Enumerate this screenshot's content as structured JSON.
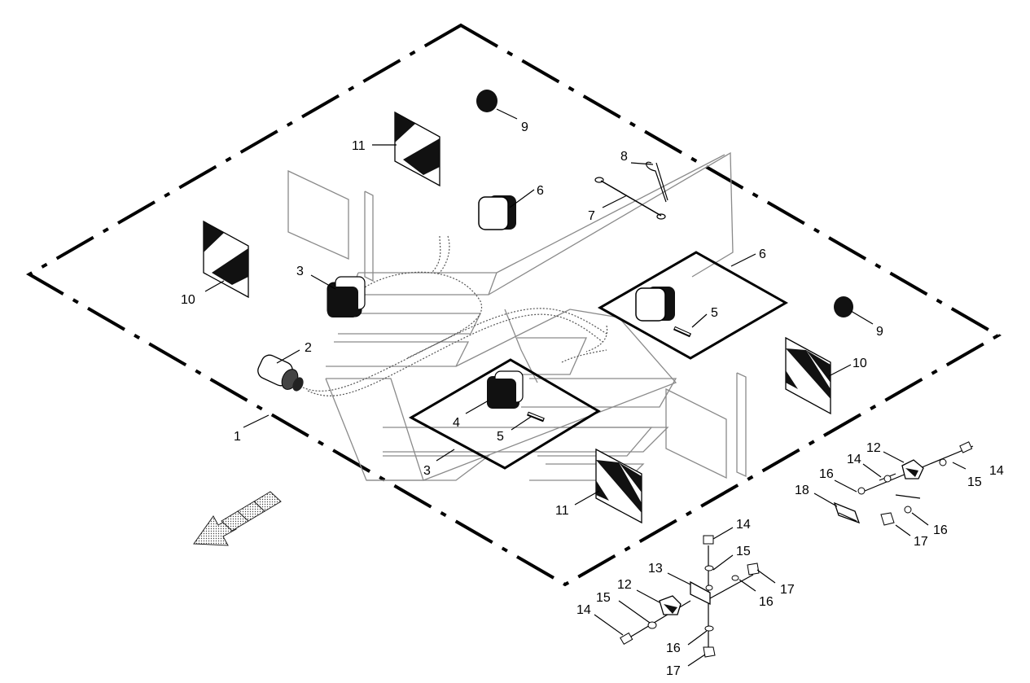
{
  "callouts": {
    "c1": "1",
    "c2": "2",
    "c3a": "3",
    "c3b": "3",
    "c4": "4",
    "c5a": "5",
    "c5b": "5",
    "c6a": "6",
    "c6b": "6",
    "c7": "7",
    "c8": "8",
    "c9a": "9",
    "c9b": "9",
    "c10a": "10",
    "c10b": "10",
    "c11a": "11",
    "c11b": "11",
    "c12a": "12",
    "c12b": "12",
    "c13": "13",
    "c14a": "14",
    "c14b": "14",
    "c14c": "14",
    "c14d": "14",
    "c15a": "15",
    "c15b": "15",
    "c15c": "15",
    "c16a": "16",
    "c16b": "16",
    "c16c": "16",
    "c16d": "16",
    "c17a": "17",
    "c17b": "17",
    "c17c": "17",
    "c18": "18"
  },
  "colors": {
    "line": "#000000",
    "ghost": "#8a8a8a",
    "stipple": "#9a9a9a"
  }
}
